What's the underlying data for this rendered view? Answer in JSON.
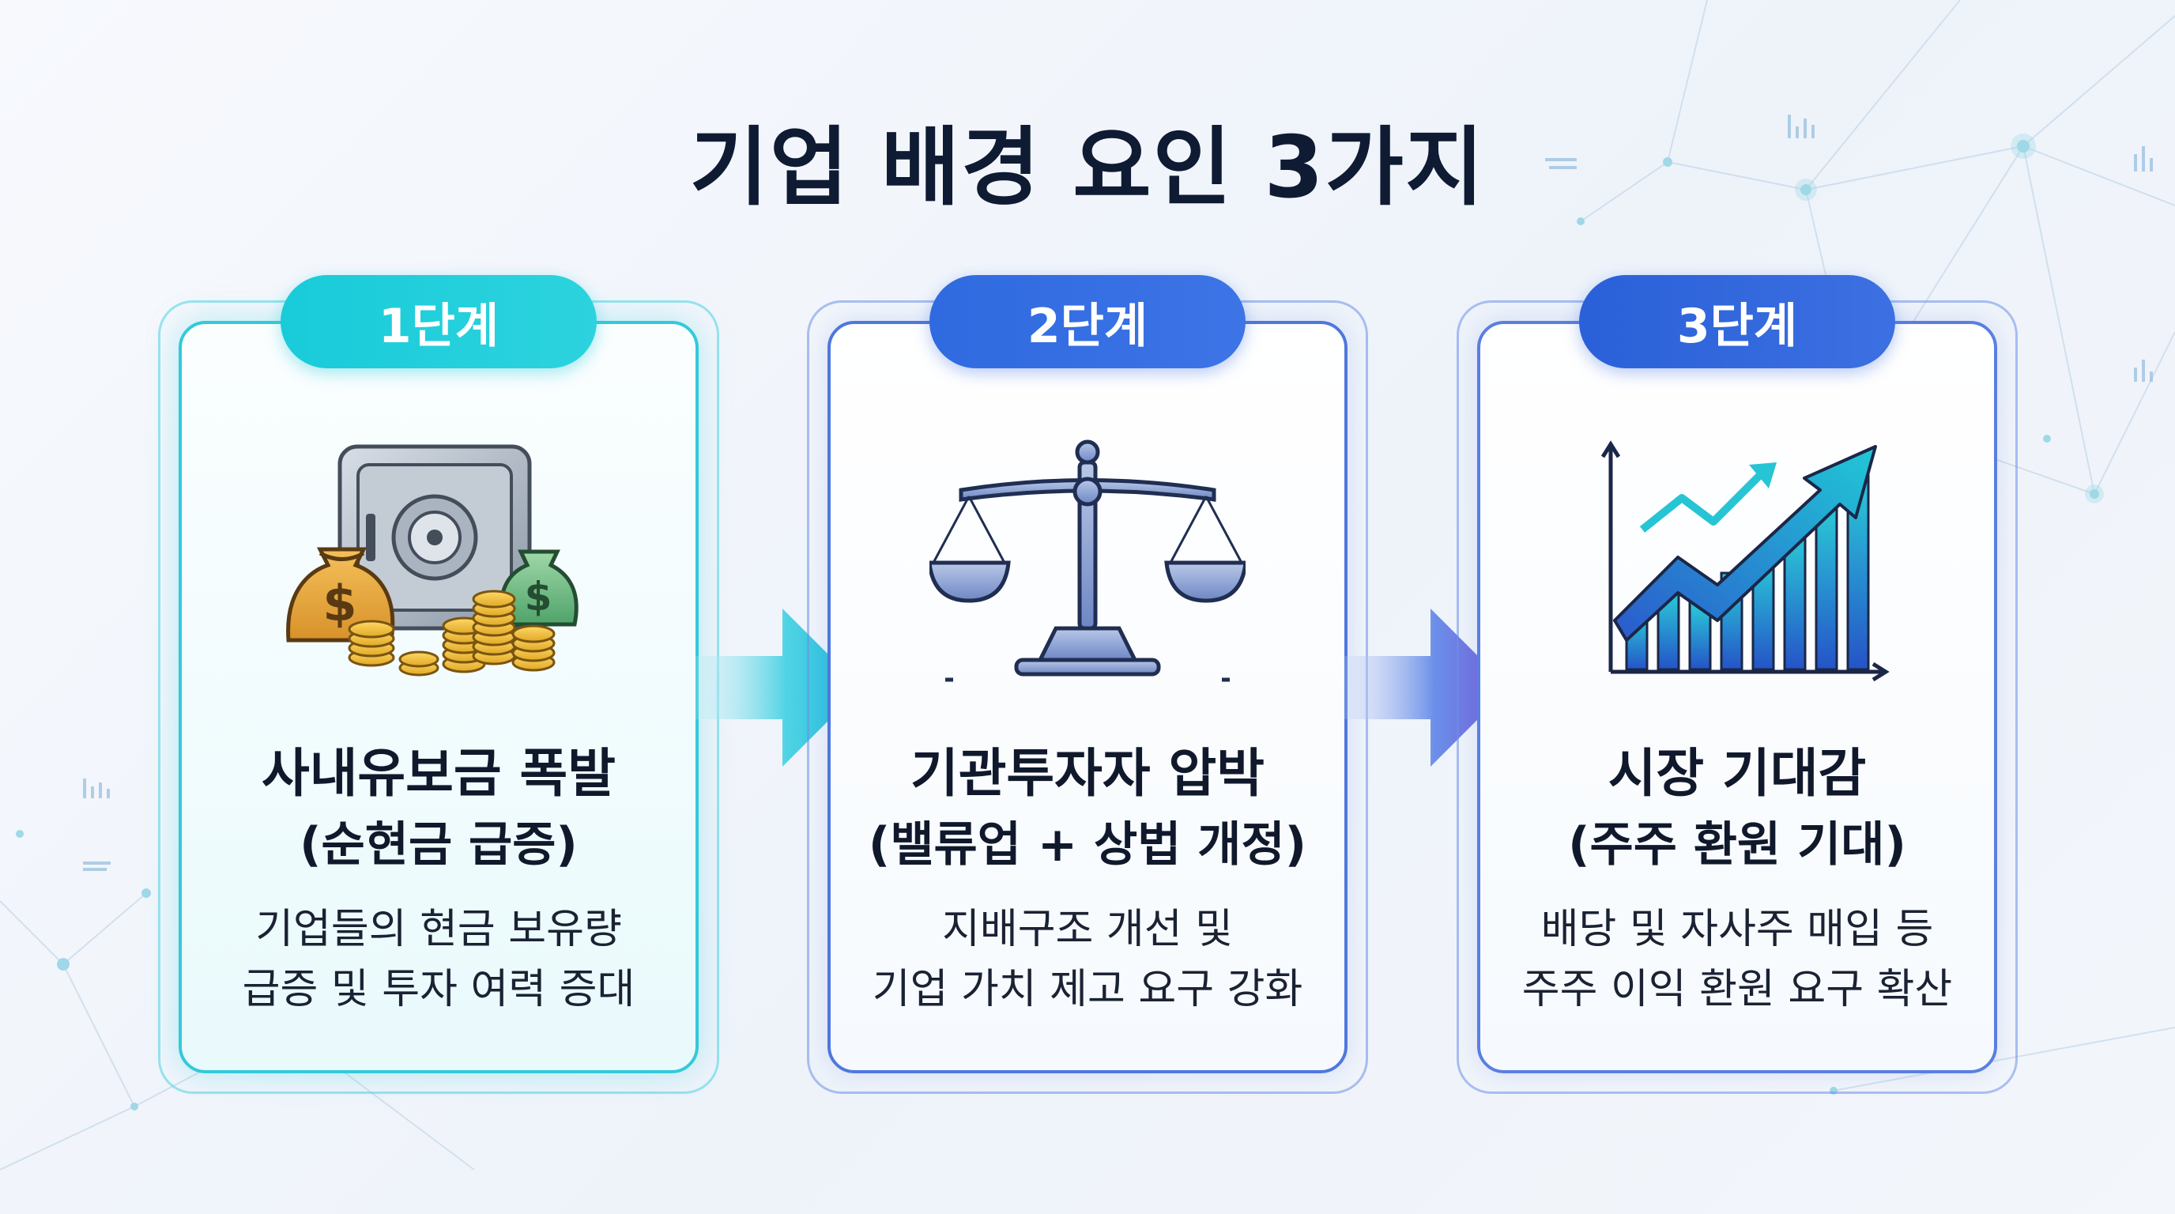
{
  "title": "기업 배경 요인 3가지",
  "steps": [
    {
      "badge": "1단계",
      "heading": "사내유보금 폭발",
      "subheading": "(순현금 급증)",
      "desc_line1": "기업들의 현금 보유량",
      "desc_line2": "급증 및 투자 여력 증대",
      "icon": "safe-with-money-bags-and-coins-icon"
    },
    {
      "badge": "2단계",
      "heading": "기관투자자 압박",
      "subheading": "(밸류업 + 상법 개정)",
      "desc_line1": "지배구조 개선 및",
      "desc_line2": "기업 가치 제고 요구 강화",
      "icon": "balance-scale-icon"
    },
    {
      "badge": "3단계",
      "heading": "시장 기대감",
      "subheading": "(주주 환원 기대)",
      "desc_line1": "배당 및 자사주 매입 등",
      "desc_line2": "주주 이익 환원 요구 확산",
      "icon": "rising-bar-chart-icon"
    }
  ],
  "colors": {
    "step1": "#1ecbd9",
    "step2": "#3370e2",
    "step3": "#2f66dc",
    "title": "#0f1b33"
  }
}
